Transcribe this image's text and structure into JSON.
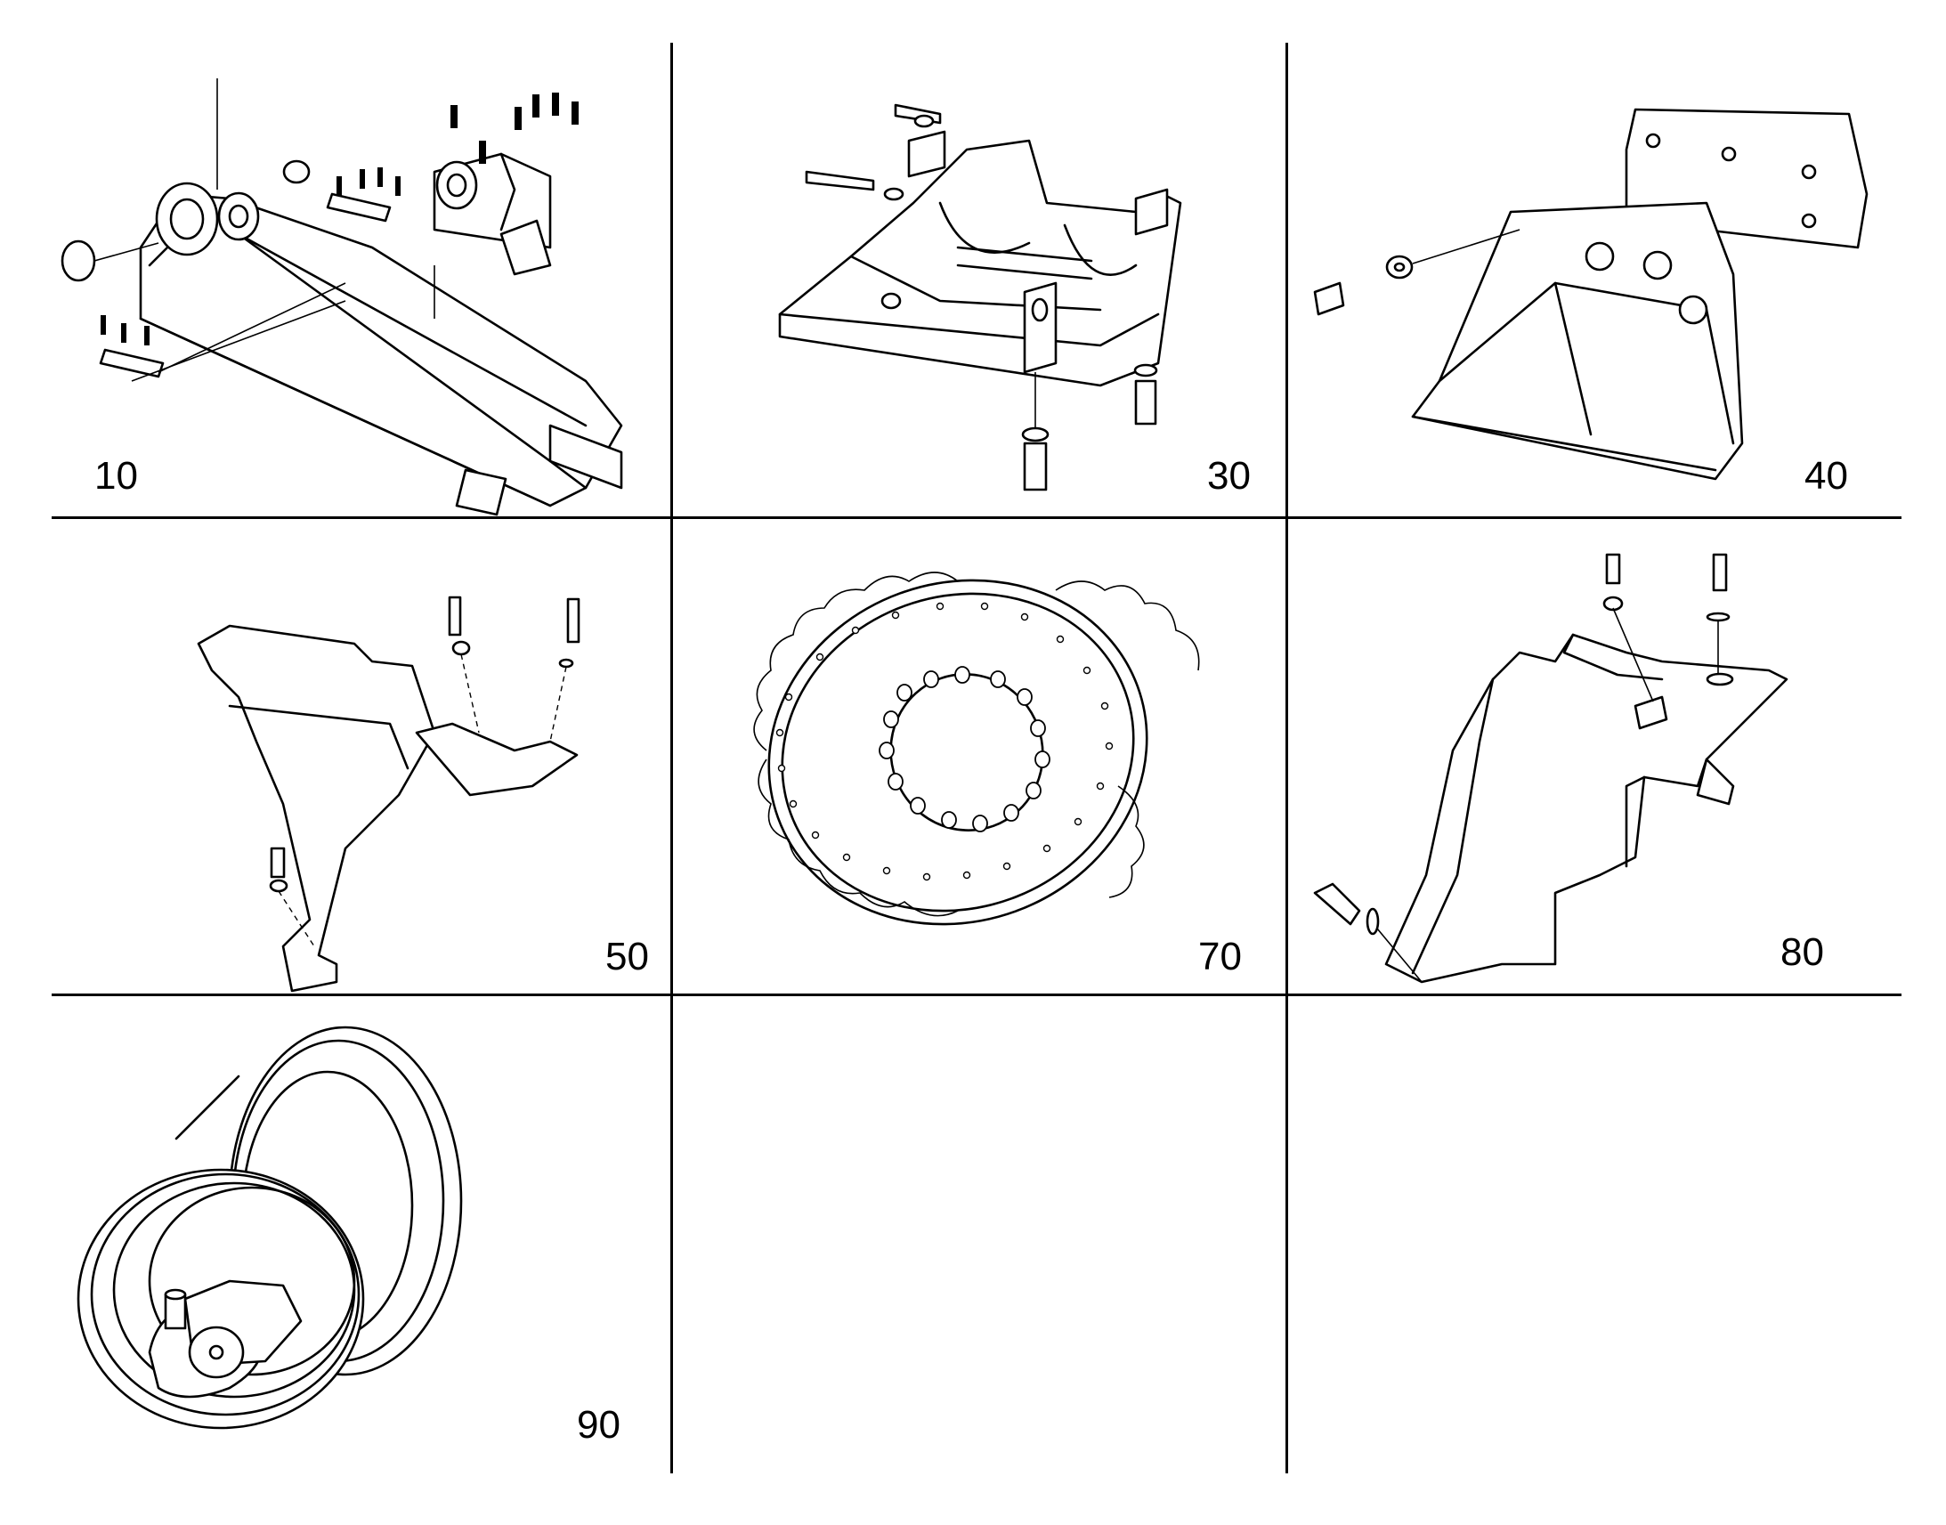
{
  "panels": [
    {
      "number": "10"
    },
    {
      "number": "30"
    },
    {
      "number": "40"
    },
    {
      "number": "50"
    },
    {
      "number": "70"
    },
    {
      "number": "80"
    },
    {
      "number": "90"
    },
    {
      "number": ""
    },
    {
      "number": ""
    }
  ]
}
